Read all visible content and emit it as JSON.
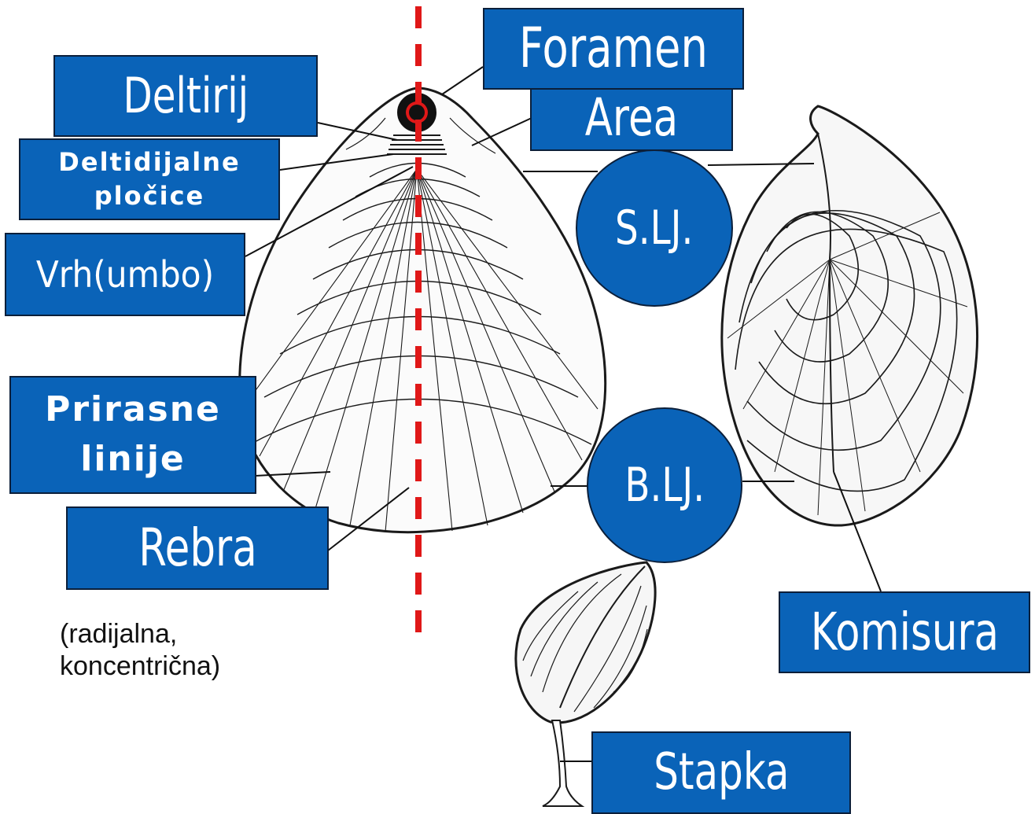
{
  "labels": {
    "foramen": "Foramen",
    "deltirij": "Deltirij",
    "area": "Area",
    "deltidijalne_line1": "Deltidijalne",
    "deltidijalne_line2": "pločice",
    "sl": "S.LJ.",
    "vrh": "Vrh(umbo)",
    "prirasne_line1": "Prirasne",
    "prirasne_line2": "linije",
    "bl": "B.LJ.",
    "rebra": "Rebra",
    "rebra_note_line1": "(radijalna,",
    "rebra_note_line2": "koncentrična)",
    "komisura": "Komisura",
    "stapka": "Stapka"
  },
  "colors": {
    "label_fill": "#0a63b8",
    "label_border": "#0b1f3a",
    "label_text": "#ffffff",
    "symmetry_axis": "#e01818",
    "drawing_ink": "#1a1a1a"
  }
}
